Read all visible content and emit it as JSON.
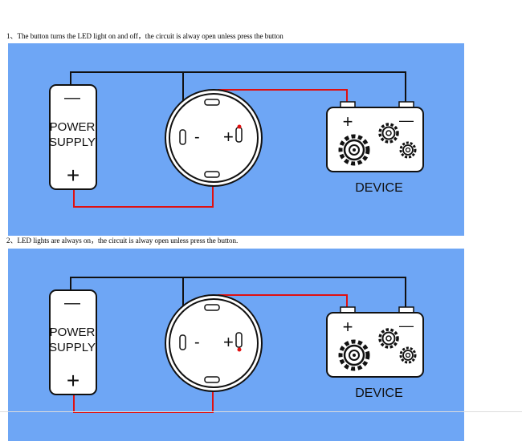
{
  "captions": [
    "1、The button turns the LED light on and off，the circuit is alway open unless press the button",
    "2、LED lights are always on，the circuit is alway open unless press the button."
  ],
  "diagrams": [
    {
      "power_supply": {
        "label_line1": "POWER",
        "label_line2": "SUPPLY",
        "minus": "—",
        "plus": "+"
      },
      "switch": {
        "minus": "-",
        "plus": "+"
      },
      "device": {
        "label": "DEVICE",
        "plus": "+",
        "minus": "—"
      }
    },
    {
      "power_supply": {
        "label_line1": "POWER",
        "label_line2": "SUPPLY",
        "minus": "—",
        "plus": "+"
      },
      "switch": {
        "minus": "-",
        "plus": "+"
      },
      "device": {
        "label": "DEVICE",
        "plus": "+",
        "minus": "—"
      }
    }
  ],
  "colors": {
    "panel": "#6ea6f5",
    "black_wire": "#111111",
    "red_wire": "#e01010",
    "component_fill": "#ffffff"
  }
}
